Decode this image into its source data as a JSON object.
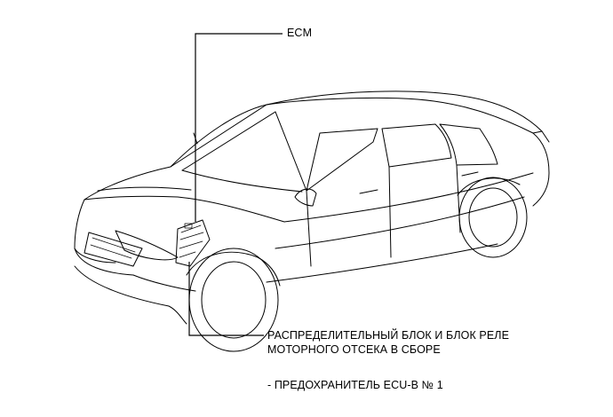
{
  "labels": {
    "ecm": "ECM",
    "relay_block_line1": "РАСПРЕДЕЛИТЕЛЬНЫЙ БЛОК И БЛОК РЕЛЕ",
    "relay_block_line2": "МОТОРНОГО ОТСЕКА В СБОРЕ",
    "fuse_note": "- ПРЕДОХРАНИТЕЛЬ ECU-B № 1"
  }
}
